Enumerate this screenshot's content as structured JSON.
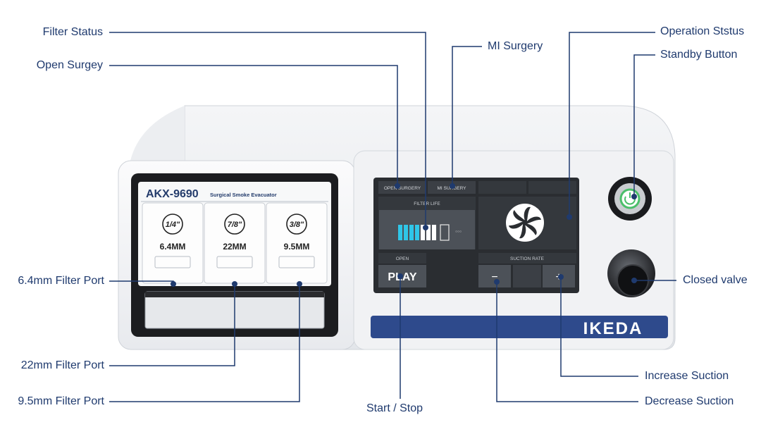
{
  "device": {
    "model": "AKX-9690",
    "subtitle": "Surgical Smoke Evacuator",
    "brand": "IKEDA",
    "ports": [
      {
        "size": "1/4\"",
        "mm": "6.4MM"
      },
      {
        "size": "7/8\"",
        "mm": "22MM"
      },
      {
        "size": "3/8\"",
        "mm": "9.5MM"
      }
    ],
    "screen": {
      "open_surgery_tab": "OPEN SURGERY",
      "mi_surgery_tab": "MI SURGERY",
      "filter_life_label": "FILTER LIFE",
      "filter_life_level": 0.55,
      "mode_label": "OPEN",
      "play_label": "PLAY",
      "suction_rate_label": "SUCTION RATE",
      "minus_label": "−",
      "plus_label": "+"
    }
  },
  "callouts": {
    "filter_status": "Filter Status",
    "open_surgey": "Open Surgey",
    "mi_surgery": "MI Surgery",
    "operation_status": "Operation Ststus",
    "standby_button": "Standby Button",
    "filter_port_64": "6.4mm Filter Port",
    "filter_port_22": "22mm Filter Port",
    "filter_port_95": "9.5mm Filter Port",
    "closed_valve": "Closed valve",
    "start_stop": "Start / Stop",
    "increase_suction": "Increase Suction",
    "decrease_suction": "Decrease Suction"
  },
  "colors": {
    "line": "#1f3a6e",
    "brand_bar": "#2e4a8c",
    "screen": "#2a2d31",
    "filter_bar": "#2fc6e8"
  }
}
